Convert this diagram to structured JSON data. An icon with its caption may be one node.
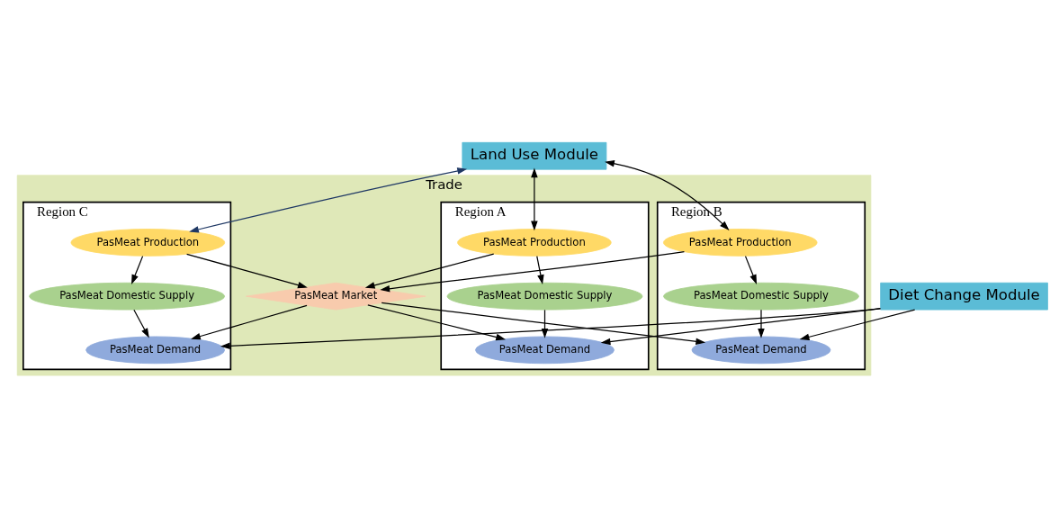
{
  "diagram": {
    "nodes": [
      {
        "text": [
          "Land Use Module"
        ]
      },
      {
        "text": [
          "Trade"
        ]
      },
      {
        "text": [
          "Region A"
        ],
        "in": 1
      },
      {
        "text": [
          "PasMeat Production"
        ],
        "in": 2
      },
      {
        "text": [
          "PasMeat Domestic Supply"
        ],
        "in": 2
      },
      {
        "text": [
          "PasMeat Demand"
        ],
        "in": 2
      },
      {
        "text": [
          "PasMeat Market"
        ],
        "in": 1
      },
      {
        "text": [
          "Region B"
        ],
        "in": 1
      },
      {
        "text": [
          "PasMeat Production"
        ],
        "in": 7
      },
      {
        "text": [
          "PasMeat Domestic Supply"
        ],
        "in": 7
      },
      {
        "text": [
          "PasMeat Demand"
        ],
        "in": 7
      },
      {
        "text": [
          "Region C"
        ],
        "in": 1
      },
      {
        "text": [
          "PasMeat Production"
        ],
        "in": 11
      },
      {
        "text": [
          "PasMeat Domestic Supply"
        ],
        "in": 11
      },
      {
        "text": [
          "PasMeat Demand"
        ],
        "in": 11
      },
      {
        "text": [
          "Diet Change Module"
        ]
      }
    ],
    "edges": [
      {
        "from": 0,
        "to": 3,
        "arrow": "both"
      },
      {
        "from": 0,
        "to": 8,
        "arrow": "both"
      },
      {
        "from": 0,
        "to": 12,
        "arrow": "both",
        "color": "#1f3864"
      },
      {
        "from": 3,
        "to": 4,
        "arrow": "to"
      },
      {
        "from": 4,
        "to": 5,
        "arrow": "to"
      },
      {
        "from": 3,
        "to": 6,
        "arrow": "to"
      },
      {
        "from": 8,
        "to": 6,
        "arrow": "to"
      },
      {
        "from": 12,
        "to": 6,
        "arrow": "to"
      },
      {
        "from": 6,
        "to": 5,
        "arrow": "to"
      },
      {
        "from": 6,
        "to": 10,
        "arrow": "to"
      },
      {
        "from": 6,
        "to": 14,
        "arrow": "to"
      },
      {
        "from": 8,
        "to": 9,
        "arrow": "to"
      },
      {
        "from": 9,
        "to": 10,
        "arrow": "to"
      },
      {
        "from": 12,
        "to": 13,
        "arrow": "to"
      },
      {
        "from": 13,
        "to": 14,
        "arrow": "to"
      },
      {
        "from": 15,
        "to": 5,
        "arrow": "to"
      },
      {
        "from": 15,
        "to": 10,
        "arrow": "to"
      },
      {
        "from": 15,
        "to": 14,
        "arrow": "to"
      }
    ]
  }
}
